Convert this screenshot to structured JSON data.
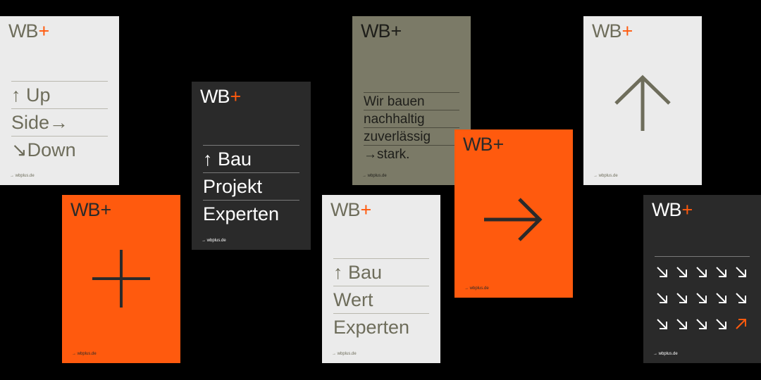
{
  "brand": {
    "logo_text": "WB",
    "logo_plus": "+",
    "footer_url": "→ wbplus.de"
  },
  "colors": {
    "orange": "#ff5a0e",
    "dark": "#2a2a2a",
    "light": "#ebebeb",
    "olive": "#7b7a67",
    "background": "#000000"
  },
  "posters": [
    {
      "id": "up-side-down",
      "theme": "light",
      "lines": [
        "↑ Up",
        "Side→",
        "↘Down"
      ]
    },
    {
      "id": "plus",
      "theme": "orange",
      "icon": "plus-icon"
    },
    {
      "id": "bau-projekt",
      "theme": "dark",
      "lines": [
        "↑ Bau",
        "Projekt",
        "Experten"
      ]
    },
    {
      "id": "nachhaltig",
      "theme": "olive",
      "lines": [
        "Wir bauen",
        "nachhaltig",
        "zuverlässig",
        "→stark."
      ]
    },
    {
      "id": "bau-wert",
      "theme": "light",
      "lines": [
        "↑ Bau",
        "Wert",
        "Experten"
      ]
    },
    {
      "id": "arrow-right",
      "theme": "orange",
      "icon": "arrow-right-icon"
    },
    {
      "id": "arrow-up",
      "theme": "light",
      "icon": "arrow-up-icon"
    },
    {
      "id": "arrow-grid",
      "theme": "dark",
      "icon": "arrow-grid",
      "grid_rows": 3,
      "grid_cols": 5,
      "highlight": "arrow-up-right-icon"
    }
  ]
}
